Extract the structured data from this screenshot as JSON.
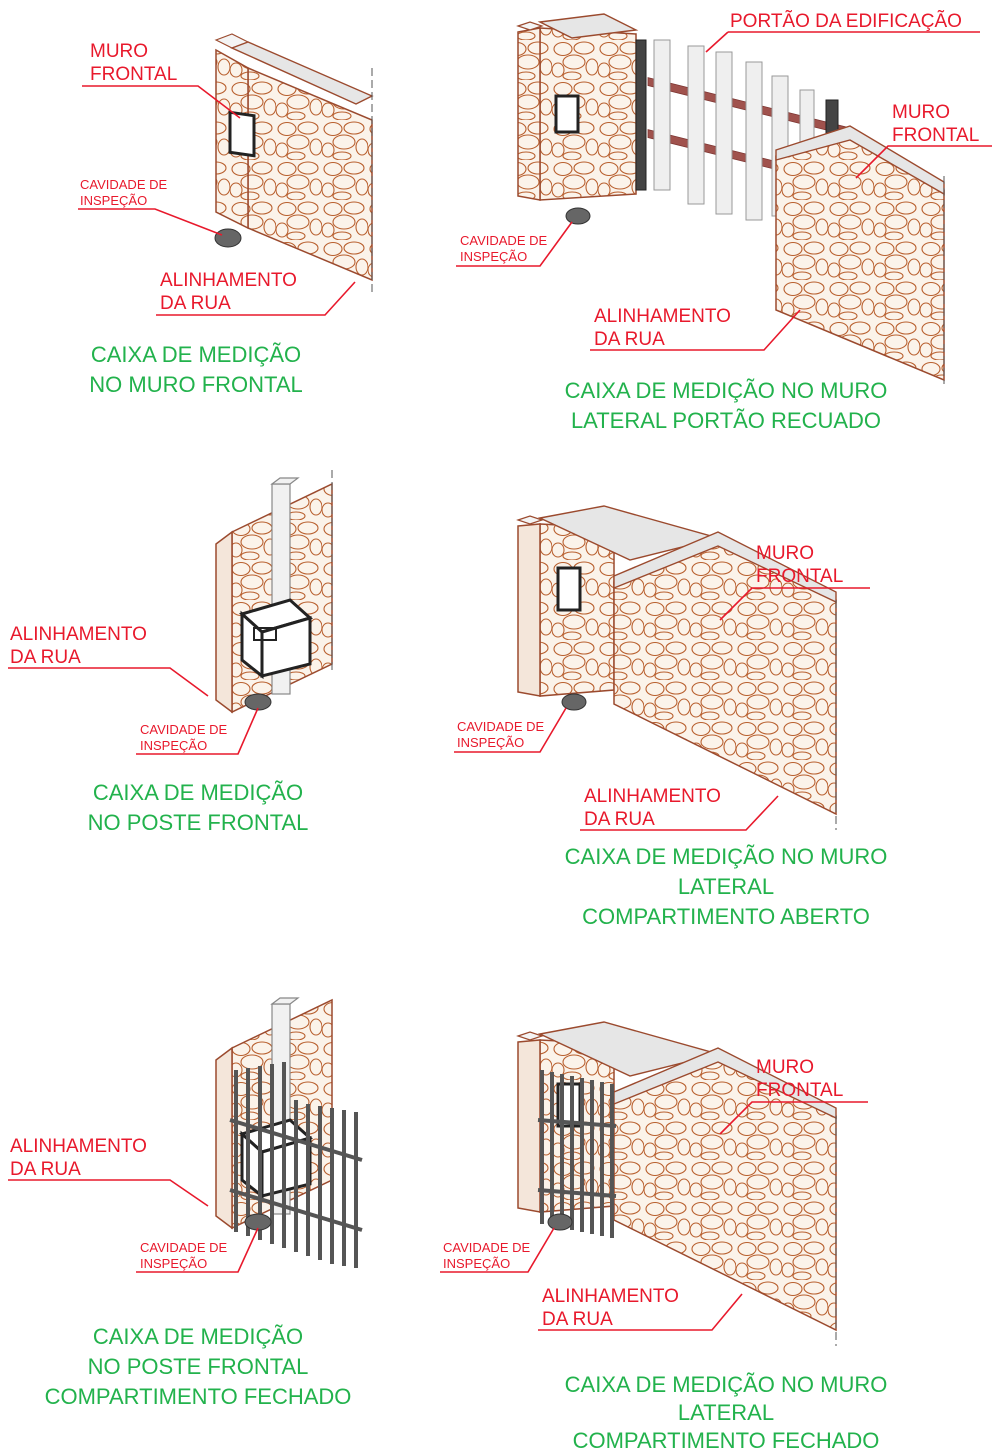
{
  "panels": [
    {
      "caption": [
        "CAIXA DE MEDIÇÃO",
        "NO MURO FRONTAL"
      ],
      "labels": {
        "muro": [
          "MURO",
          "FRONTAL"
        ],
        "cavidade": [
          "CAVIDADE DE",
          "INSPEÇÃO"
        ],
        "alinhamento": [
          "ALINHAMENTO",
          "DA RUA"
        ]
      }
    },
    {
      "caption": [
        "CAIXA DE MEDIÇÃO NO MURO",
        "LATERAL PORTÃO RECUADO"
      ],
      "labels": {
        "portao": "PORTÃO DA EDIFICAÇÃO",
        "muro": [
          "MURO",
          "FRONTAL"
        ],
        "cavidade": [
          "CAVIDADE DE",
          "INSPEÇÃO"
        ],
        "alinhamento": [
          "ALINHAMENTO",
          "DA RUA"
        ]
      }
    },
    {
      "caption": [
        "CAIXA DE MEDIÇÃO",
        "NO POSTE FRONTAL"
      ],
      "labels": {
        "alinhamento": [
          "ALINHAMENTO",
          "DA RUA"
        ],
        "cavidade": [
          "CAVIDADE DE",
          "INSPEÇÃO"
        ]
      }
    },
    {
      "caption": [
        "CAIXA DE MEDIÇÃO NO MURO",
        "LATERAL",
        "COMPARTIMENTO ABERTO"
      ],
      "labels": {
        "muro": [
          "MURO",
          "FRONTAL"
        ],
        "cavidade": [
          "CAVIDADE DE",
          "INSPEÇÃO"
        ],
        "alinhamento": [
          "ALINHAMENTO",
          "DA RUA"
        ]
      }
    },
    {
      "caption": [
        "CAIXA DE MEDIÇÃO",
        "NO POSTE FRONTAL",
        "COMPARTIMENTO FECHADO"
      ],
      "labels": {
        "alinhamento": [
          "ALINHAMENTO",
          "DA RUA"
        ],
        "cavidade": [
          "CAVIDADE DE",
          "INSPEÇÃO"
        ]
      }
    },
    {
      "caption": [
        "CAIXA DE MEDIÇÃO NO MURO",
        "LATERAL",
        "COMPARTIMENTO FECHADO"
      ],
      "labels": {
        "muro": [
          "MURO",
          "FRONTAL"
        ],
        "cavidade": [
          "CAVIDADE DE",
          "INSPEÇÃO"
        ],
        "alinhamento": [
          "ALINHAMENTO",
          "DA RUA"
        ]
      }
    }
  ],
  "colors": {
    "label": "#e8192c",
    "caption": "#22b24c",
    "wall": "#b9602f"
  }
}
